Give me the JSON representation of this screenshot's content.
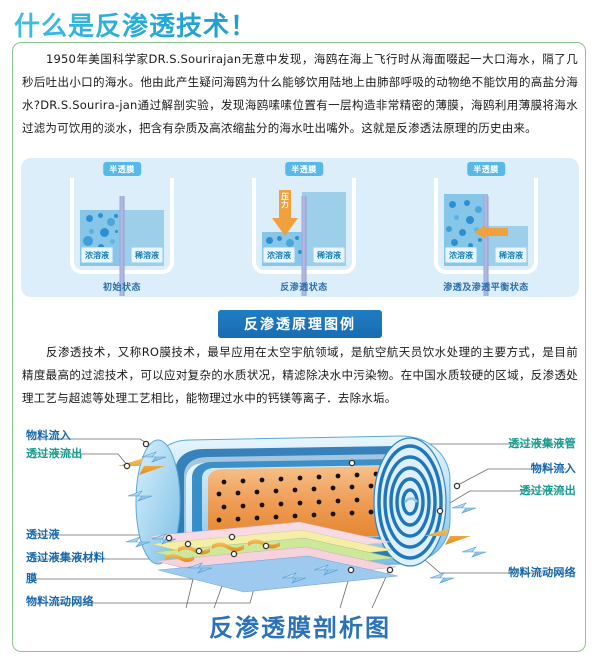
{
  "heading": "什么是反渗透技术！",
  "paragraphs": {
    "intro": "1950年美国科学家DR.S.Sourirajan无意中发现，海鸥在海上飞行时从海面啜起一大口海水，隔了几秒后吐出小口的海水。他由此产生疑问海鸥为什么能够饮用陆地上由肺部呼吸的动物绝不能饮用的高盐分海水?DR.S.Sourira-jan通过解剖实验，发现海鸥嗉嗉位置有一层构造非常精密的薄膜，海鸥利用薄膜将海水过滤为可饮用的淡水，把含有杂质及高浓缩盐分的海水吐出嘴外。这就是反渗透法原理的历史由来。",
    "principle": "反渗透技术，又称RO膜技术，最早应用在太空宇航领域，是航空航天员饮水处理的主要方式，是目前精度最高的过滤技术，可以应对复杂的水质状况，精滤除决水中污染物。在中国水质较硬的区域，反渗透处理工艺与超滤等处理工艺相比，能物理过水中的钙镁等离子．去除水垢。"
  },
  "figure": {
    "banner": "反渗透原理图例",
    "beakers": [
      {
        "membrane_label": "半透膜",
        "left_solution": "浓溶液",
        "right_solution": "稀溶液",
        "caption": "初始状态"
      },
      {
        "membrane_label": "半透膜",
        "left_solution": "浓溶液",
        "right_solution": "稀溶液",
        "caption": "反渗透状态",
        "pressure_label": "压力"
      },
      {
        "membrane_label": "半透膜",
        "left_solution": "浓溶液",
        "right_solution": "稀溶液",
        "caption": "渗透及渗透平衡状态"
      }
    ]
  },
  "ro_diagram": {
    "title": "反渗透膜剖析图",
    "left_labels": [
      {
        "text": "物料流入",
        "color": "blue"
      },
      {
        "text": "透过液流出",
        "color": "green"
      },
      {
        "text": "透过液",
        "color": "blue"
      },
      {
        "text": "透过液集液材料",
        "color": "blue"
      },
      {
        "text": "膜",
        "color": "blue"
      },
      {
        "text": "物料流动网络",
        "color": "blue"
      }
    ],
    "right_labels": [
      {
        "text": "透过液集液管",
        "color": "green"
      },
      {
        "text": "物料流入",
        "color": "blue"
      },
      {
        "text": "透过液流出",
        "color": "green"
      },
      {
        "text": "物料流动网络",
        "color": "blue"
      }
    ]
  },
  "colors": {
    "heading": "#35b4dd",
    "panel_border": "#8dc48d",
    "banner_bg": "#1f7dc4",
    "figure_bg": "#ddeefb",
    "label_blue": "#1769ad",
    "label_green": "#149c8e",
    "bottom_title": "#2b72b8"
  }
}
